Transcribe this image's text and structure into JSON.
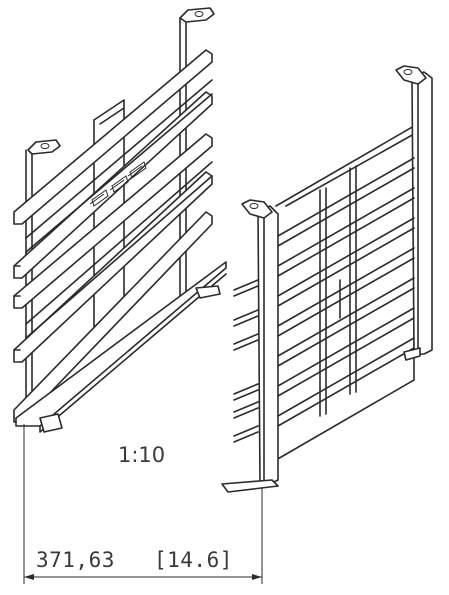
{
  "drawing": {
    "scale_label": "1:10",
    "dimension_mm": "371,63",
    "dimension_in": "[14.6]"
  }
}
